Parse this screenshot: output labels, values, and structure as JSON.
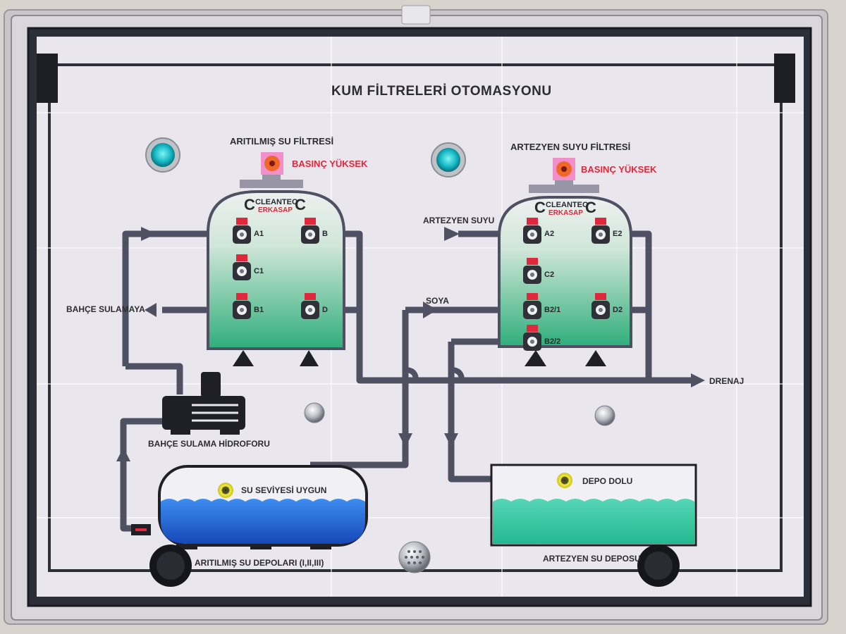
{
  "title": "KUM FİLTRELERİ OTOMASYONU",
  "filters": [
    {
      "name": "ARITILMIŞ SU FİLTRESİ",
      "alarm": "BASINÇ YÜKSEK",
      "brand_top": "CLEANTEC",
      "brand_bottom": "ERKASAP",
      "valves": [
        "A1",
        "B",
        "C1",
        "B1",
        "D"
      ]
    },
    {
      "name": "ARTEZYEN SUYU FİLTRESİ",
      "alarm": "BASINÇ YÜKSEK",
      "brand_top": "CLEANTEC",
      "brand_bottom": "ERKASAP",
      "valves": [
        "A2",
        "E2",
        "C2",
        "B2/1",
        "D2",
        "B2/2"
      ]
    }
  ],
  "flows": {
    "garden": "BAHÇE SULAMAYA",
    "artesian_in": "ARTEZYEN SUYU",
    "feed": "SOYA",
    "drain": "DRENAJ"
  },
  "pump": "BAHÇE SULAMA HİDROFORU",
  "tanks": [
    {
      "name": "ARITILMIŞ SU DEPOLARI (I,II,III)",
      "status": "SU SEVİYESİ UYGUN",
      "water_color": "#1e6fd6"
    },
    {
      "name": "ARTEZYEN SU DEPOSU",
      "status": "DEPO DOLU",
      "water_color": "#2bbf9c"
    }
  ],
  "colors": {
    "panel": "#e9e6ee",
    "pipe": "#4f5062",
    "alarm": "#e0283c",
    "tank_green": "#2fae7a",
    "indicator_teal": "#1fc6c8",
    "indicator_yellow": "#e8e035"
  }
}
